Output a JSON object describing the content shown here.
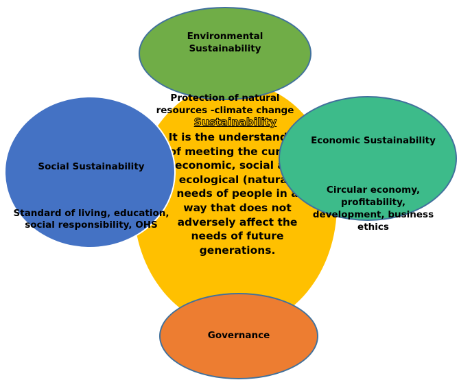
{
  "diagram": {
    "environmental": {
      "title": "Environmental\nSustainability",
      "description": "Protection of natural\nresources -climate change",
      "color": "#70ad47"
    },
    "social": {
      "title": "Social Sustainability",
      "description": "Standard of living, education,\nsocial responsibility, OHS",
      "color": "#4472c4"
    },
    "economic": {
      "title": "Economic Sustainability",
      "description": "Circular economy,\nprofitability,\ndevelopment, business\nethics",
      "color": "#3dbb8a"
    },
    "sustainability": {
      "title": "Sustainability",
      "body": "It is the understanding\nof meeting the current\neconomic, social and\necological (natural)\nneeds of people in a\nway that does not\nadversely affect the\nneeds of future\ngenerations.",
      "color": "#ffc000"
    },
    "governance": {
      "title": "Governance",
      "color": "#ed7d31"
    }
  }
}
